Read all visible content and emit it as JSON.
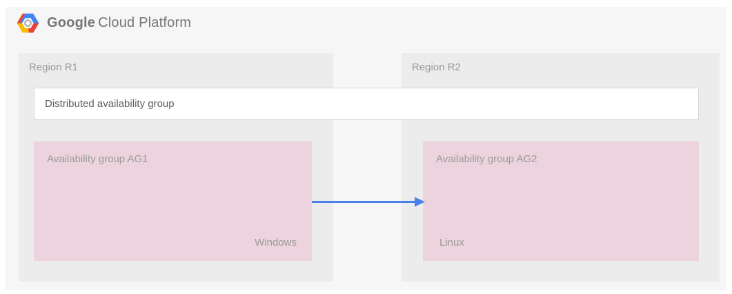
{
  "header": {
    "logo_google": "Google",
    "logo_rest": "Cloud Platform"
  },
  "regions": [
    {
      "label": "Region R1"
    },
    {
      "label": "Region R2"
    }
  ],
  "distributed_group": {
    "label": "Distributed availability group"
  },
  "availability_groups": [
    {
      "label": "Availability group AG1",
      "os": "Windows"
    },
    {
      "label": "Availability group AG2",
      "os": "Linux"
    }
  ],
  "icons": {
    "logo": "gcp-hexagon-logo-icon",
    "arrow": "replication-arrow-right"
  },
  "colors": {
    "canvas_bg": "#f6f6f6",
    "region_bg": "#ececec",
    "availability_group_bg": "#ecd3dd",
    "dist_box_bg": "#ffffff",
    "dist_box_border": "#d6d6d6",
    "arrow_blue": "#4a80e8",
    "logo_blue": "#4285f4",
    "logo_red": "#ea4335",
    "logo_yellow": "#fbbc05",
    "muted_text": "#9b9b9b",
    "dark_text": "#5c5c5c",
    "logo_text": "#757575"
  }
}
